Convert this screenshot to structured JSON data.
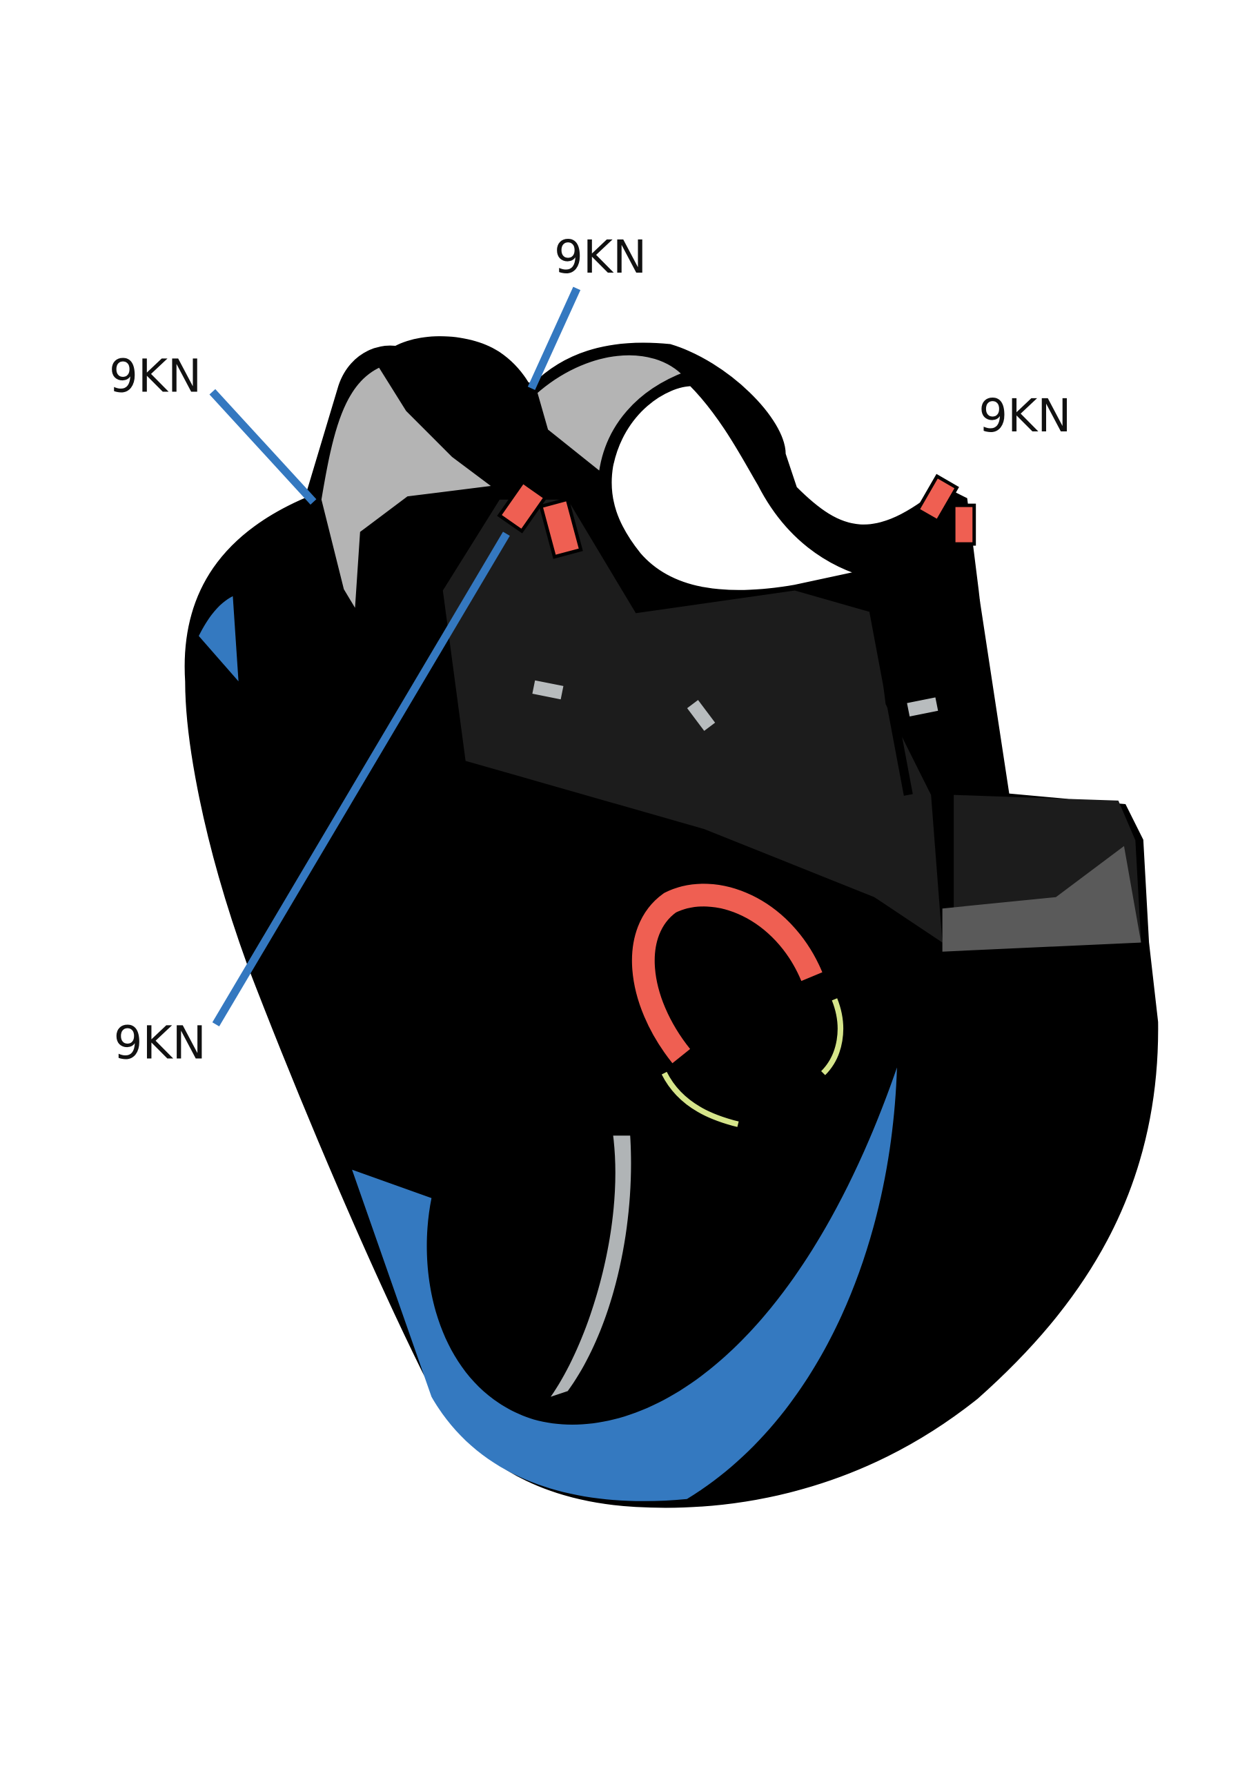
{
  "diagram": {
    "subject": "harness",
    "labels": [
      {
        "text": "9KN"
      },
      {
        "text": "9KN"
      },
      {
        "text": "9KN"
      },
      {
        "text": "9KN"
      }
    ],
    "colors": {
      "leader_line": "#3478c0",
      "body": "#000000",
      "seat": "#1c1c1c",
      "shoulder_pad": "#b4b4b4",
      "accent_blue": "#3479c0",
      "buckle_red": "#ef5f52",
      "handle_yellow": "#d6e58a",
      "board_grey": "#5a5a5a"
    }
  }
}
